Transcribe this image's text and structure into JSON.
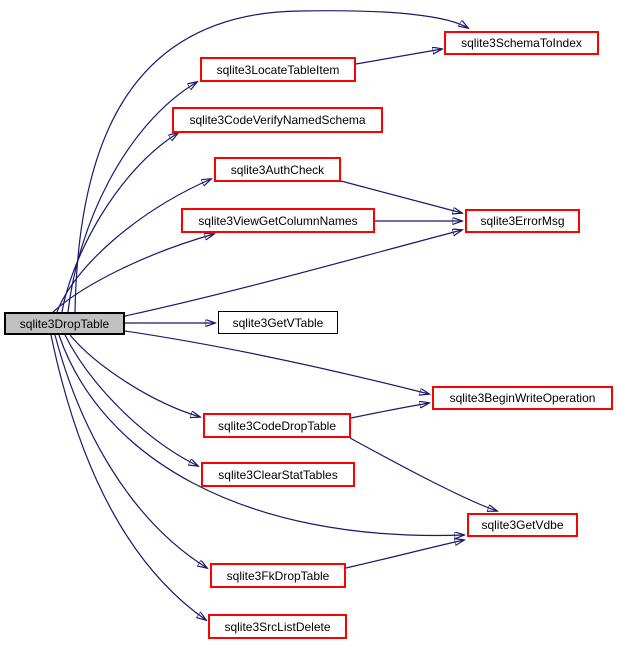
{
  "graph": {
    "root_function": "sqlite3DropTable",
    "colors": {
      "background": "#ffffff",
      "edge": "#191970",
      "red_node_border": "#ff0000",
      "plain_node_border": "#000000",
      "root_node_fill": "#c0c0c0",
      "node_fill": "#ffffff",
      "text": "#000000"
    },
    "nodes": [
      {
        "id": "dropTable",
        "label": "sqlite3DropTable",
        "type": "root"
      },
      {
        "id": "schemaToIndex",
        "label": "sqlite3SchemaToIndex",
        "type": "red"
      },
      {
        "id": "locateTableItem",
        "label": "sqlite3LocateTableItem",
        "type": "red"
      },
      {
        "id": "codeVerifyNamedSchema",
        "label": "sqlite3CodeVerifyNamedSchema",
        "type": "red"
      },
      {
        "id": "authCheck",
        "label": "sqlite3AuthCheck",
        "type": "red"
      },
      {
        "id": "viewGetColumnNames",
        "label": "sqlite3ViewGetColumnNames",
        "type": "red"
      },
      {
        "id": "errorMsg",
        "label": "sqlite3ErrorMsg",
        "type": "red"
      },
      {
        "id": "getVTable",
        "label": "sqlite3GetVTable",
        "type": "plain"
      },
      {
        "id": "beginWriteOperation",
        "label": "sqlite3BeginWriteOperation",
        "type": "red"
      },
      {
        "id": "codeDropTable",
        "label": "sqlite3CodeDropTable",
        "type": "red"
      },
      {
        "id": "clearStatTables",
        "label": "sqlite3ClearStatTables",
        "type": "red"
      },
      {
        "id": "getVdbe",
        "label": "sqlite3GetVdbe",
        "type": "red"
      },
      {
        "id": "fkDropTable",
        "label": "sqlite3FkDropTable",
        "type": "red"
      },
      {
        "id": "srcListDelete",
        "label": "sqlite3SrcListDelete",
        "type": "red"
      }
    ],
    "edges": [
      {
        "from": "sqlite3DropTable",
        "to": "sqlite3SchemaToIndex"
      },
      {
        "from": "sqlite3DropTable",
        "to": "sqlite3LocateTableItem"
      },
      {
        "from": "sqlite3DropTable",
        "to": "sqlite3CodeVerifyNamedSchema"
      },
      {
        "from": "sqlite3DropTable",
        "to": "sqlite3AuthCheck"
      },
      {
        "from": "sqlite3DropTable",
        "to": "sqlite3ViewGetColumnNames"
      },
      {
        "from": "sqlite3DropTable",
        "to": "sqlite3ErrorMsg"
      },
      {
        "from": "sqlite3DropTable",
        "to": "sqlite3GetVTable"
      },
      {
        "from": "sqlite3DropTable",
        "to": "sqlite3BeginWriteOperation"
      },
      {
        "from": "sqlite3DropTable",
        "to": "sqlite3CodeDropTable"
      },
      {
        "from": "sqlite3DropTable",
        "to": "sqlite3ClearStatTables"
      },
      {
        "from": "sqlite3DropTable",
        "to": "sqlite3GetVdbe"
      },
      {
        "from": "sqlite3DropTable",
        "to": "sqlite3FkDropTable"
      },
      {
        "from": "sqlite3DropTable",
        "to": "sqlite3SrcListDelete"
      },
      {
        "from": "sqlite3LocateTableItem",
        "to": "sqlite3SchemaToIndex"
      },
      {
        "from": "sqlite3AuthCheck",
        "to": "sqlite3ErrorMsg"
      },
      {
        "from": "sqlite3ViewGetColumnNames",
        "to": "sqlite3ErrorMsg"
      },
      {
        "from": "sqlite3CodeDropTable",
        "to": "sqlite3BeginWriteOperation"
      },
      {
        "from": "sqlite3CodeDropTable",
        "to": "sqlite3GetVdbe"
      },
      {
        "from": "sqlite3FkDropTable",
        "to": "sqlite3GetVdbe"
      }
    ]
  }
}
